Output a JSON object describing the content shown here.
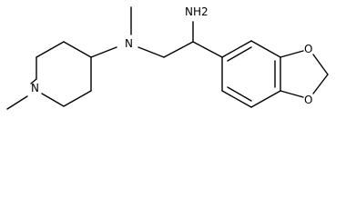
{
  "molecule": {
    "atoms": {
      "n_piperidine": "N",
      "n_amine": "N",
      "nh2": "NH2",
      "o_top": "O",
      "o_bottom": "O"
    }
  }
}
